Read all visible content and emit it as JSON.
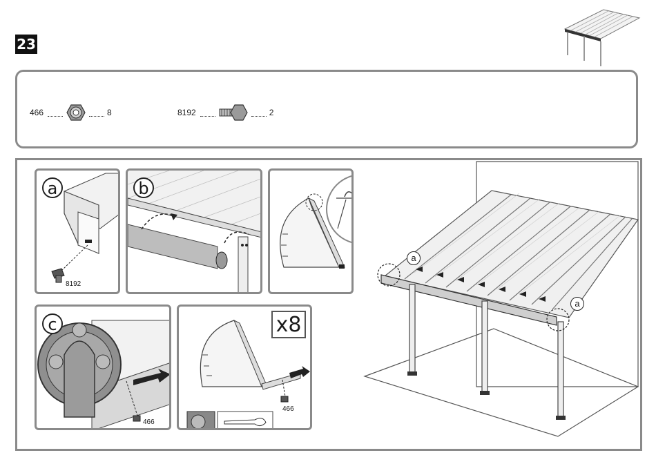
{
  "step": {
    "number": "23"
  },
  "parts": [
    {
      "code": "466",
      "icon": "hex-nut-icon",
      "qty": "8"
    },
    {
      "code": "8192",
      "icon": "hex-bolt-icon",
      "qty": "2"
    }
  ],
  "panels": {
    "a": {
      "letter": "a",
      "part_label": "8192"
    },
    "b": {
      "letter": "b"
    },
    "c": {
      "letter": "c",
      "part_label": "466"
    },
    "d": {
      "repeat": "x8",
      "part_label": "466"
    }
  },
  "main_callouts": [
    "a",
    "a"
  ]
}
